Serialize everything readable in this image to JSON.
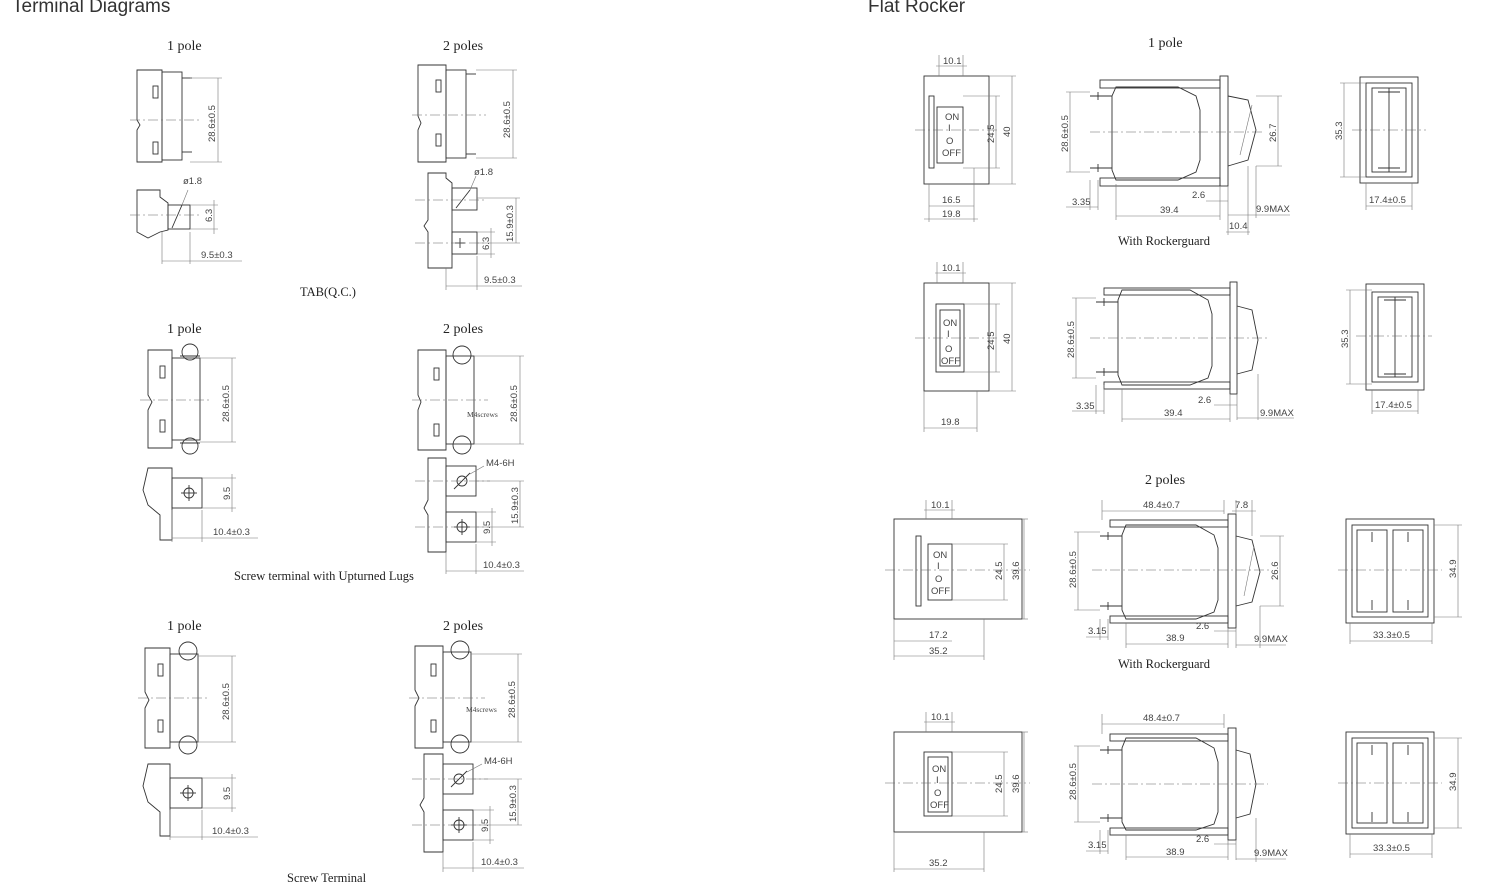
{
  "headers": {
    "left": "Terminal Diagrams",
    "right": "Flat Rocker"
  },
  "terminal": {
    "tab": {
      "pole1": "1 pole",
      "pole2": "2 poles",
      "caption": "TAB(Q.C.)",
      "p1": {
        "h": "28.6±0.5",
        "dia": "ø1.8",
        "v": "6.3",
        "w": "9.5±0.3"
      },
      "p2": {
        "h": "28.6±0.5",
        "dia": "ø1.8",
        "v1": "15.9±0.3",
        "v2": "6.3",
        "w": "9.5±0.3"
      }
    },
    "lugs": {
      "pole1": "1 pole",
      "pole2": "2 poles",
      "caption": "Screw terminal with Upturned Lugs",
      "p1": {
        "h": "28.6±0.5",
        "v": "9.5",
        "w": "10.4±0.3"
      },
      "p2": {
        "h": "28.6±0.5",
        "screws": "M4screws",
        "thread": "M4-6H",
        "v1": "15.9±0.3",
        "v2": "9.5",
        "w": "10.4±0.3"
      }
    },
    "screw": {
      "pole1": "1 pole",
      "pole2": "2 poles",
      "caption": "Screw Terminal",
      "p1": {
        "h": "28.6±0.5",
        "v": "9.5",
        "w": "10.4±0.3"
      },
      "p2": {
        "h": "28.6±0.5",
        "screws": "M4screws",
        "thread": "M4-6H",
        "v1": "15.9±0.3",
        "v2": "9.5",
        "w": "10.4±0.3"
      }
    }
  },
  "rocker": {
    "pole1_title": "1 pole",
    "pole2_title": "2 poles",
    "guard_caption": "With Rockerguard",
    "on": "ON",
    "bar": "I",
    "circle": "O",
    "off": "OFF",
    "r1": {
      "top": "10.1",
      "h1": "24.5",
      "h2": "40",
      "b1": "16.5",
      "b2": "19.8",
      "sh": "28.6±0.5",
      "sh2": "26.7",
      "s1": "3.35",
      "s2": "2.6",
      "s3": "39.4",
      "s4": "9.9MAX",
      "s5": "10.4",
      "rh": "35.3",
      "rw": "17.4±0.5"
    },
    "r2": {
      "top": "10.1",
      "h1": "24.5",
      "h2": "40",
      "b2": "19.8",
      "sh": "28.6±0.5",
      "s1": "3.35",
      "s2": "2.6",
      "s3": "39.4",
      "s4": "9.9MAX",
      "rh": "35.3",
      "rw": "17.4±0.5"
    },
    "r3": {
      "top": "10.1",
      "h1": "24.5",
      "h2": "39.6",
      "b1": "17.2",
      "b2": "35.2",
      "stop": "48.4±0.7",
      "st2": "7.8",
      "sh": "28.6±0.5",
      "sh2": "26.6",
      "s1": "3.15",
      "s2": "2.6",
      "s3": "38.9",
      "s4": "9.9MAX",
      "rh": "34.9",
      "rw": "33.3±0.5"
    },
    "r4": {
      "top": "10.1",
      "h1": "24.5",
      "h2": "39.6",
      "b2": "35.2",
      "stop": "48.4±0.7",
      "sh": "28.6±0.5",
      "s1": "3.15",
      "s2": "2.6",
      "s3": "38.9",
      "s4": "9.9MAX",
      "rh": "34.9",
      "rw": "33.3±0.5"
    }
  }
}
